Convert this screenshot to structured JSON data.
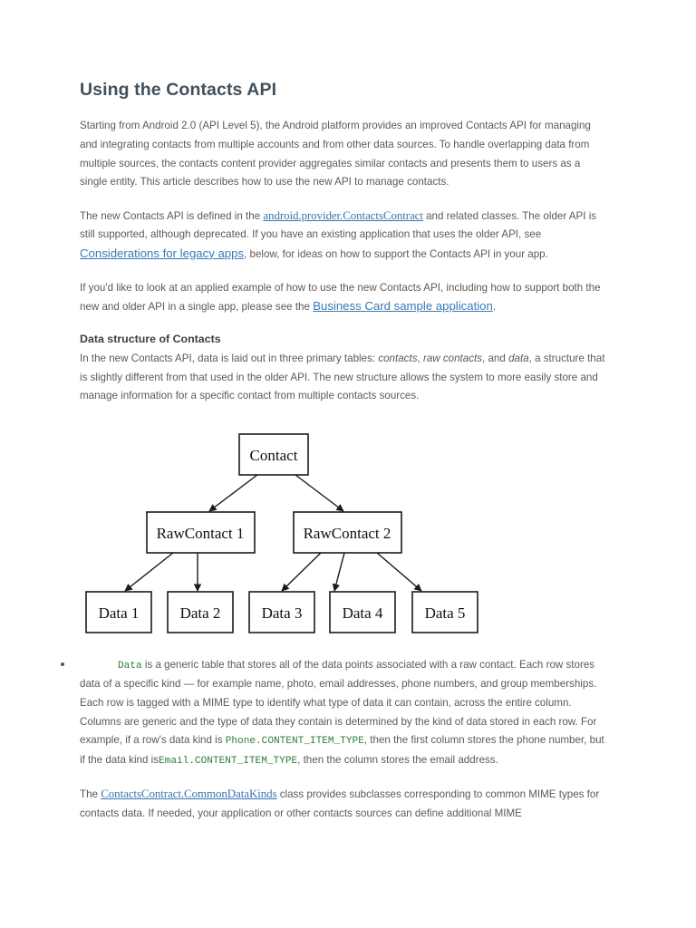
{
  "document": {
    "title": "Using the Contacts API",
    "title_color": "#41505c",
    "body_color": "#5a5a5a",
    "link_color": "#3576ae",
    "code_color": "#2f7d3a",
    "background": "#ffffff"
  },
  "paragraphs": {
    "intro": "Starting from Android 2.0 (API Level 5), the Android platform provides an improved Contacts API for managing and integrating contacts from multiple accounts and from other data sources. To handle overlapping data from multiple sources, the contacts content provider aggregates similar contacts and presents them to users as a single entity. This article describes how to use the new API to manage contacts.",
    "p2_a": "The new Contacts API is defined in the ",
    "p2_link1": "android.provider.ContactsContract",
    "p2_b": " and related classes. The older API is still supported, although deprecated. If you have an existing application that uses the older API, see ",
    "p2_link2": "Considerations for legacy apps",
    "p2_c": ", below, for ideas on how to support the Contacts API in your app.",
    "p3_a": "If you'd like to look at an applied example of how to use the new Contacts API, including how to support both the new and older API in a single app, please see the ",
    "p3_link": "Business Card sample application",
    "p3_b": "."
  },
  "section": {
    "heading": "Data structure of Contacts",
    "body_a": "In the new Contacts API, data is laid out in three primary tables: ",
    "it1": "contacts",
    "body_b": ", ",
    "it2": "raw contacts",
    "body_c": ", and ",
    "it3": "data",
    "body_d": ", a structure that is slightly different from that used in the older API. The new structure allows the system to more easily store and manage information for a specific contact from multiple contacts sources."
  },
  "diagram": {
    "root": "Contact",
    "raw_contacts": [
      "RawContact 1",
      "RawContact 2"
    ],
    "data_nodes": [
      "Data 1",
      "Data 2",
      "Data 3",
      "Data 4",
      "Data 5"
    ],
    "box_stroke": "#1a1a1a",
    "box_fill": "#ffffff",
    "font": "serif"
  },
  "bullet": {
    "code_data": "Data",
    "text_a": " is a generic table that stores all of the data points associated with a raw contact. Each row stores data of a specific kind — for example name, photo, email addresses, phone numbers, and group memberships. Each row is tagged with a MIME type to identify what type of data it can contain, across the entire column. Columns are generic and the type of data they contain is determined by the kind of data stored in each row. For example, if a row's data kind is ",
    "code_phone": "Phone.CONTENT_ITEM_TYPE",
    "text_b": ", then the first column stores the phone number, but if the data kind is",
    "code_email": "Email.CONTENT_ITEM_TYPE",
    "text_c": ", then the column stores the email address."
  },
  "closing": {
    "a": "The ",
    "link": "ContactsContract.CommonDataKinds",
    "b": " class provides subclasses corresponding to common MIME types for contacts data. If needed, your application or other contacts sources can define additional MIME"
  }
}
